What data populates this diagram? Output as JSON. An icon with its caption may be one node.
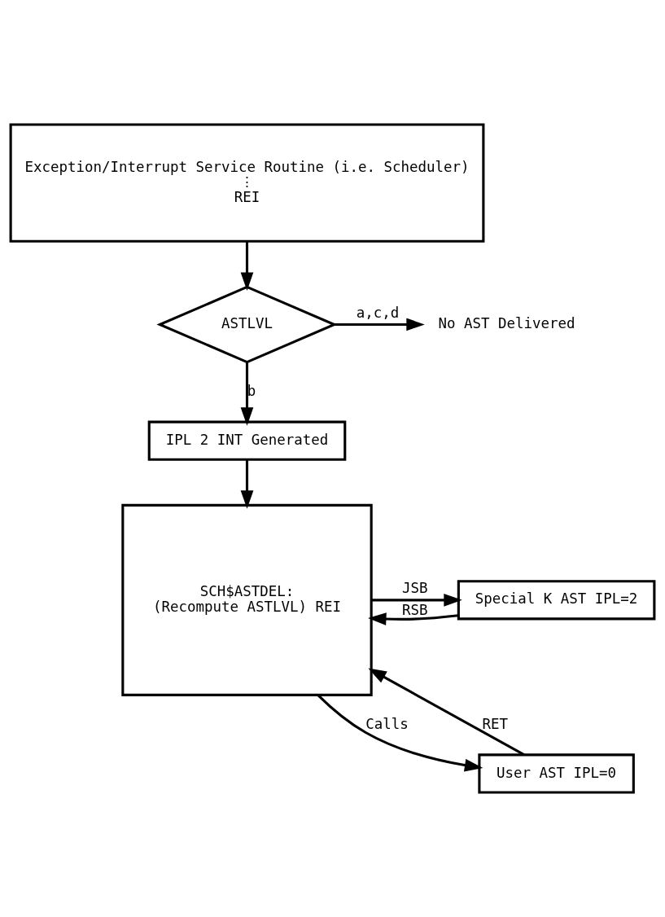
{
  "diagram": {
    "nodes": [
      {
        "text": [
          "Exception/Interrupt Service Routine (i.e. Scheduler)",
          "⋮",
          "REI"
        ]
      },
      {
        "text": [
          "ASTLVL"
        ]
      },
      {
        "text": [
          "No AST Delivered"
        ]
      },
      {
        "text": [
          "IPL 2 INT Generated"
        ]
      },
      {
        "text": [
          "SCH$ASTDEL:",
          "(Recompute ASTLVL) REI"
        ]
      },
      {
        "text": [
          "Special K AST IPL=2"
        ]
      },
      {
        "text": [
          "User AST IPL=0"
        ]
      }
    ],
    "edges": [
      {
        "from": 0,
        "to": 1,
        "arrow": "to"
      },
      {
        "from": 1,
        "to": 2,
        "arrow": "to",
        "label": "a,c,d"
      },
      {
        "from": 1,
        "to": 3,
        "arrow": "to",
        "label": "b"
      },
      {
        "from": 3,
        "to": 4,
        "arrow": "to"
      },
      {
        "from": 4,
        "to": 5,
        "arrow": "to",
        "label": "JSB"
      },
      {
        "from": 5,
        "to": 4,
        "arrow": "to",
        "label": "RSB"
      },
      {
        "from": 4,
        "to": 6,
        "arrow": "to",
        "label": "Calls"
      },
      {
        "from": 6,
        "to": 4,
        "arrow": "to",
        "label": "RET"
      }
    ]
  }
}
